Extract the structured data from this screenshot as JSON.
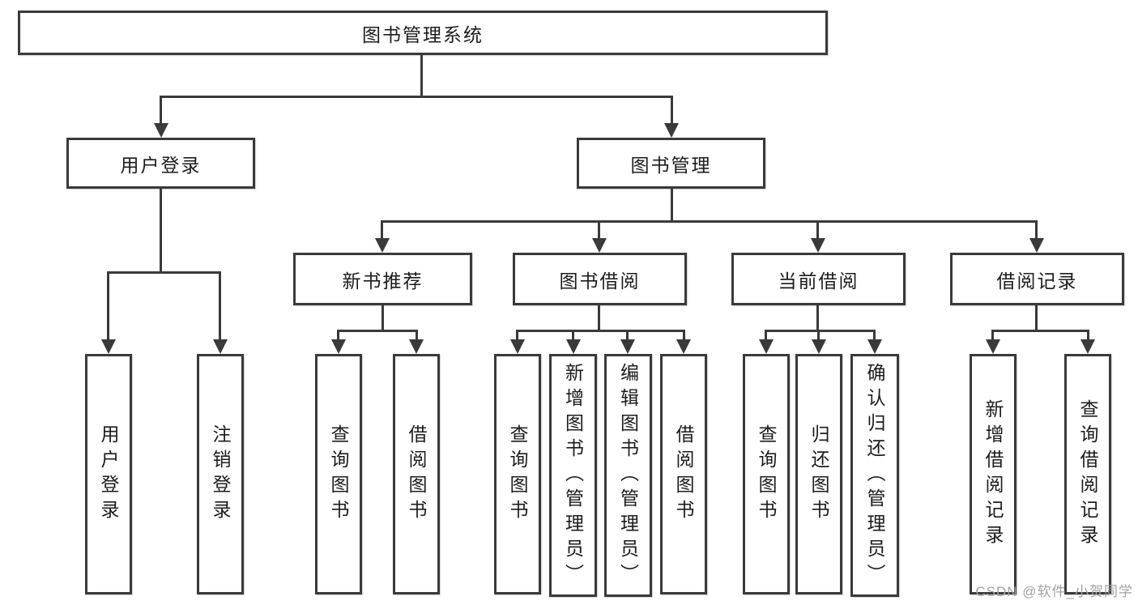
{
  "diagram": {
    "root": "图书管理系统",
    "level2": {
      "user_login": "用户登录",
      "book_management": "图书管理"
    },
    "level3": {
      "new_book_recommend": "新书推荐",
      "book_borrow": "图书借阅",
      "current_borrow": "当前借阅",
      "borrow_records": "借阅记录"
    },
    "leaves": {
      "user_login": "用户登录",
      "logout": "注销登录",
      "rec_query_books": "查询图书",
      "rec_borrow_books": "借阅图书",
      "bb_query_books": "查询图书",
      "bb_add_books": "新增图书（管理员）",
      "bb_edit_books": "编辑图书（管理员）",
      "bb_borrow_books": "借阅图书",
      "cb_query_books": "查询图书",
      "cb_return_books": "归还图书",
      "cb_confirm_return": "确认归还（管理员）",
      "br_add_record": "新增借阅记录",
      "br_query_record": "查询借阅记录"
    }
  },
  "watermark": "CSDN @软件_小贺同学",
  "colors": {
    "line": "#3a3a3a",
    "text": "#1c1c1c",
    "background": "#ffffff",
    "watermark_text": "#a2a2a2"
  }
}
